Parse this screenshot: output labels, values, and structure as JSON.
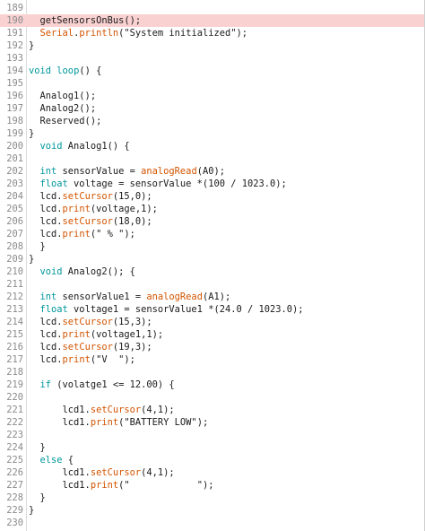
{
  "editor": {
    "first_line_number": 189,
    "highlight_color": "#f9d1d1",
    "lines": [
      {
        "n": "189",
        "hl": false,
        "tokens": []
      },
      {
        "n": "190",
        "hl": true,
        "tokens": [
          {
            "t": "  getSensorsOnBus();",
            "c": "plain"
          }
        ]
      },
      {
        "n": "191",
        "hl": false,
        "tokens": [
          {
            "t": "  ",
            "c": "plain"
          },
          {
            "t": "Serial",
            "c": "fn"
          },
          {
            "t": ".",
            "c": "plain"
          },
          {
            "t": "println",
            "c": "fn"
          },
          {
            "t": "(\"System initialized\");",
            "c": "plain"
          }
        ]
      },
      {
        "n": "192",
        "hl": false,
        "tokens": [
          {
            "t": "}",
            "c": "plain"
          }
        ]
      },
      {
        "n": "193",
        "hl": false,
        "tokens": []
      },
      {
        "n": "194",
        "hl": false,
        "tokens": [
          {
            "t": "void",
            "c": "kw"
          },
          {
            "t": " ",
            "c": "plain"
          },
          {
            "t": "loop",
            "c": "kw"
          },
          {
            "t": "() {",
            "c": "plain"
          }
        ]
      },
      {
        "n": "195",
        "hl": false,
        "tokens": []
      },
      {
        "n": "196",
        "hl": false,
        "tokens": [
          {
            "t": "  Analog1();",
            "c": "plain"
          }
        ]
      },
      {
        "n": "197",
        "hl": false,
        "tokens": [
          {
            "t": "  Analog2();",
            "c": "plain"
          }
        ]
      },
      {
        "n": "198",
        "hl": false,
        "tokens": [
          {
            "t": "  Reserved();",
            "c": "plain"
          }
        ]
      },
      {
        "n": "199",
        "hl": false,
        "tokens": [
          {
            "t": "}",
            "c": "plain"
          }
        ]
      },
      {
        "n": "200",
        "hl": false,
        "tokens": [
          {
            "t": "  ",
            "c": "plain"
          },
          {
            "t": "void",
            "c": "kw"
          },
          {
            "t": " Analog1() {",
            "c": "plain"
          }
        ]
      },
      {
        "n": "201",
        "hl": false,
        "tokens": []
      },
      {
        "n": "202",
        "hl": false,
        "tokens": [
          {
            "t": "  ",
            "c": "plain"
          },
          {
            "t": "int",
            "c": "kw"
          },
          {
            "t": " sensorValue = ",
            "c": "plain"
          },
          {
            "t": "analogRead",
            "c": "fn"
          },
          {
            "t": "(A0);",
            "c": "plain"
          }
        ]
      },
      {
        "n": "203",
        "hl": false,
        "tokens": [
          {
            "t": "  ",
            "c": "plain"
          },
          {
            "t": "float",
            "c": "kw"
          },
          {
            "t": " voltage = sensorValue *(100 / 1023.0);",
            "c": "plain"
          }
        ]
      },
      {
        "n": "204",
        "hl": false,
        "tokens": [
          {
            "t": "  lcd.",
            "c": "plain"
          },
          {
            "t": "setCursor",
            "c": "fn"
          },
          {
            "t": "(15,0);",
            "c": "plain"
          }
        ]
      },
      {
        "n": "205",
        "hl": false,
        "tokens": [
          {
            "t": "  lcd.",
            "c": "plain"
          },
          {
            "t": "print",
            "c": "fn"
          },
          {
            "t": "(voltage,1);",
            "c": "plain"
          }
        ]
      },
      {
        "n": "206",
        "hl": false,
        "tokens": [
          {
            "t": "  lcd.",
            "c": "plain"
          },
          {
            "t": "setCursor",
            "c": "fn"
          },
          {
            "t": "(18,0);",
            "c": "plain"
          }
        ]
      },
      {
        "n": "207",
        "hl": false,
        "tokens": [
          {
            "t": "  lcd.",
            "c": "plain"
          },
          {
            "t": "print",
            "c": "fn"
          },
          {
            "t": "(\" % \");",
            "c": "plain"
          }
        ]
      },
      {
        "n": "208",
        "hl": false,
        "tokens": [
          {
            "t": "  }",
            "c": "plain"
          }
        ]
      },
      {
        "n": "209",
        "hl": false,
        "tokens": [
          {
            "t": "}",
            "c": "plain"
          }
        ]
      },
      {
        "n": "210",
        "hl": false,
        "tokens": [
          {
            "t": "  ",
            "c": "plain"
          },
          {
            "t": "void",
            "c": "kw"
          },
          {
            "t": " Analog2(); {",
            "c": "plain"
          }
        ]
      },
      {
        "n": "211",
        "hl": false,
        "tokens": []
      },
      {
        "n": "212",
        "hl": false,
        "tokens": [
          {
            "t": "  ",
            "c": "plain"
          },
          {
            "t": "int",
            "c": "kw"
          },
          {
            "t": " sensorValue1 = ",
            "c": "plain"
          },
          {
            "t": "analogRead",
            "c": "fn"
          },
          {
            "t": "(A1);",
            "c": "plain"
          }
        ]
      },
      {
        "n": "213",
        "hl": false,
        "tokens": [
          {
            "t": "  ",
            "c": "plain"
          },
          {
            "t": "float",
            "c": "kw"
          },
          {
            "t": " voltage1 = sensorValue1 *(24.0 / 1023.0);",
            "c": "plain"
          }
        ]
      },
      {
        "n": "214",
        "hl": false,
        "tokens": [
          {
            "t": "  lcd.",
            "c": "plain"
          },
          {
            "t": "setCursor",
            "c": "fn"
          },
          {
            "t": "(15,3);",
            "c": "plain"
          }
        ]
      },
      {
        "n": "215",
        "hl": false,
        "tokens": [
          {
            "t": "  lcd.",
            "c": "plain"
          },
          {
            "t": "print",
            "c": "fn"
          },
          {
            "t": "(voltage1,1);",
            "c": "plain"
          }
        ]
      },
      {
        "n": "216",
        "hl": false,
        "tokens": [
          {
            "t": "  lcd.",
            "c": "plain"
          },
          {
            "t": "setCursor",
            "c": "fn"
          },
          {
            "t": "(19,3);",
            "c": "plain"
          }
        ]
      },
      {
        "n": "217",
        "hl": false,
        "tokens": [
          {
            "t": "  lcd.",
            "c": "plain"
          },
          {
            "t": "print",
            "c": "fn"
          },
          {
            "t": "(\"V  \");",
            "c": "plain"
          }
        ]
      },
      {
        "n": "218",
        "hl": false,
        "tokens": []
      },
      {
        "n": "219",
        "hl": false,
        "tokens": [
          {
            "t": "  ",
            "c": "plain"
          },
          {
            "t": "if",
            "c": "kw"
          },
          {
            "t": " (volatge1 <= 12.00) {",
            "c": "plain"
          }
        ]
      },
      {
        "n": "220",
        "hl": false,
        "tokens": []
      },
      {
        "n": "221",
        "hl": false,
        "tokens": [
          {
            "t": "      lcd1.",
            "c": "plain"
          },
          {
            "t": "setCursor",
            "c": "fn"
          },
          {
            "t": "(4,1);",
            "c": "plain"
          }
        ]
      },
      {
        "n": "222",
        "hl": false,
        "tokens": [
          {
            "t": "      lcd1.",
            "c": "plain"
          },
          {
            "t": "print",
            "c": "fn"
          },
          {
            "t": "(\"BATTERY LOW\");",
            "c": "plain"
          }
        ]
      },
      {
        "n": "223",
        "hl": false,
        "tokens": []
      },
      {
        "n": "224",
        "hl": false,
        "tokens": [
          {
            "t": "  }",
            "c": "plain"
          }
        ]
      },
      {
        "n": "225",
        "hl": false,
        "tokens": [
          {
            "t": "  ",
            "c": "plain"
          },
          {
            "t": "else",
            "c": "kw"
          },
          {
            "t": " {",
            "c": "plain"
          }
        ]
      },
      {
        "n": "226",
        "hl": false,
        "tokens": [
          {
            "t": "      lcd1.",
            "c": "plain"
          },
          {
            "t": "setCursor",
            "c": "fn"
          },
          {
            "t": "(4,1);",
            "c": "plain"
          }
        ]
      },
      {
        "n": "227",
        "hl": false,
        "tokens": [
          {
            "t": "      lcd1.",
            "c": "plain"
          },
          {
            "t": "print",
            "c": "fn"
          },
          {
            "t": "(\"            \");",
            "c": "plain"
          }
        ]
      },
      {
        "n": "228",
        "hl": false,
        "tokens": [
          {
            "t": "  }",
            "c": "plain"
          }
        ]
      },
      {
        "n": "229",
        "hl": false,
        "tokens": [
          {
            "t": "}",
            "c": "plain"
          }
        ]
      },
      {
        "n": "230",
        "hl": false,
        "tokens": []
      }
    ]
  },
  "colors": {
    "keyword": "#00979c",
    "function": "#d35400",
    "text": "#1a1a1a",
    "line_number": "#8a8a8a",
    "highlight": "#f9d1d1"
  }
}
